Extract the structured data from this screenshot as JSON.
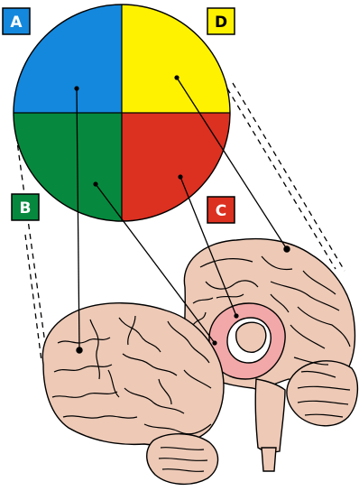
{
  "quadrants": [
    {
      "label": "A",
      "color": "#1488DC",
      "text_color": "#ffffff"
    },
    {
      "label": "D",
      "color": "#FFF200",
      "text_color": "#000000"
    },
    {
      "label": "B",
      "color": "#06893E",
      "text_color": "#ffffff"
    },
    {
      "label": "C",
      "color": "#DC3020",
      "text_color": "#ffffff"
    }
  ],
  "colors": {
    "brain_tissue": "#EDC9B6",
    "limbic_highlight": "#F2A8A8",
    "outline": "#000000"
  }
}
